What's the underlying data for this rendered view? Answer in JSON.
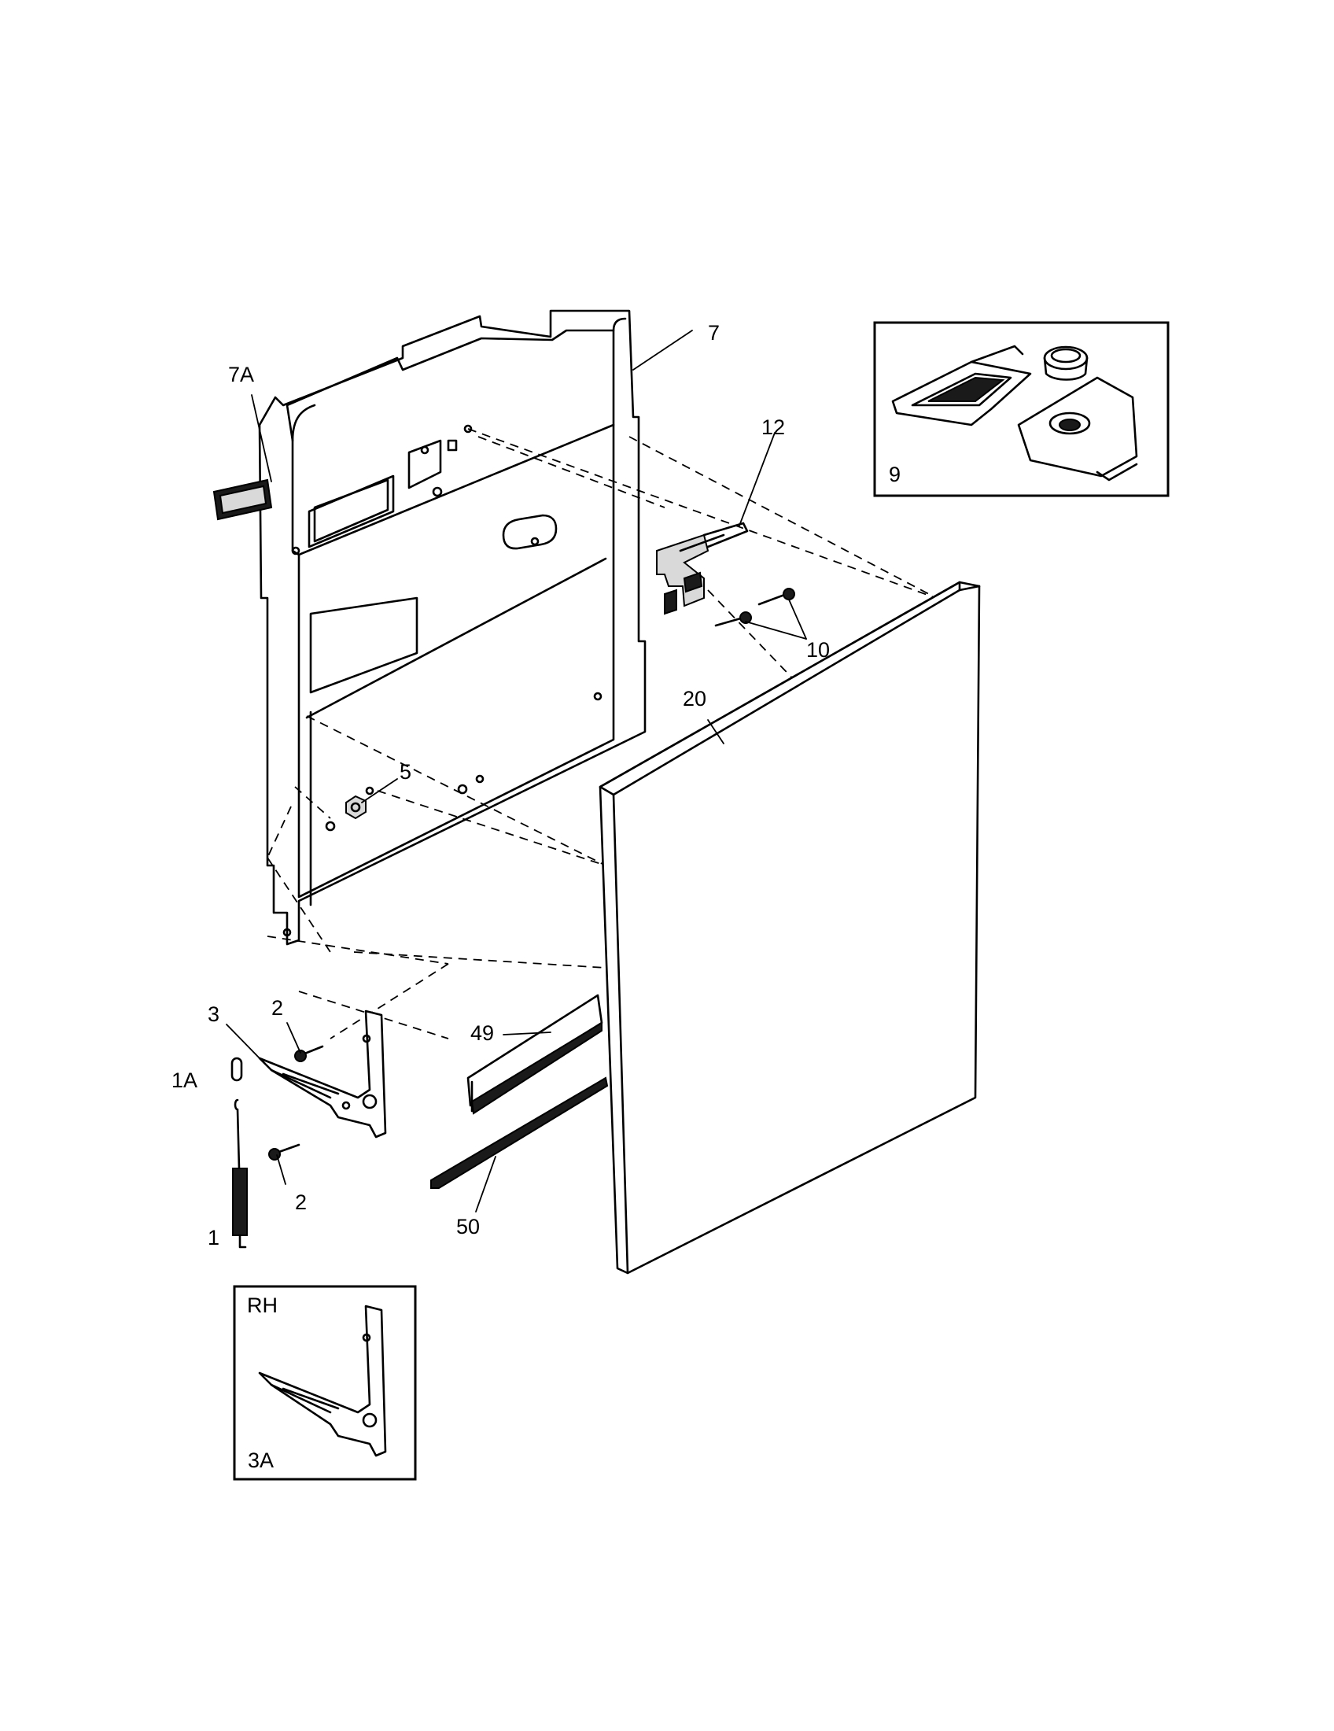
{
  "callouts": {
    "c7": "7",
    "c7a": "7A",
    "c12": "12",
    "c10": "10",
    "c20": "20",
    "c5": "5",
    "c9": "9",
    "c3": "3",
    "c2a": "2",
    "c2b": "2",
    "c1a": "1A",
    "c1": "1",
    "c49": "49",
    "c50": "50",
    "c3a": "3A",
    "rh": "RH"
  }
}
